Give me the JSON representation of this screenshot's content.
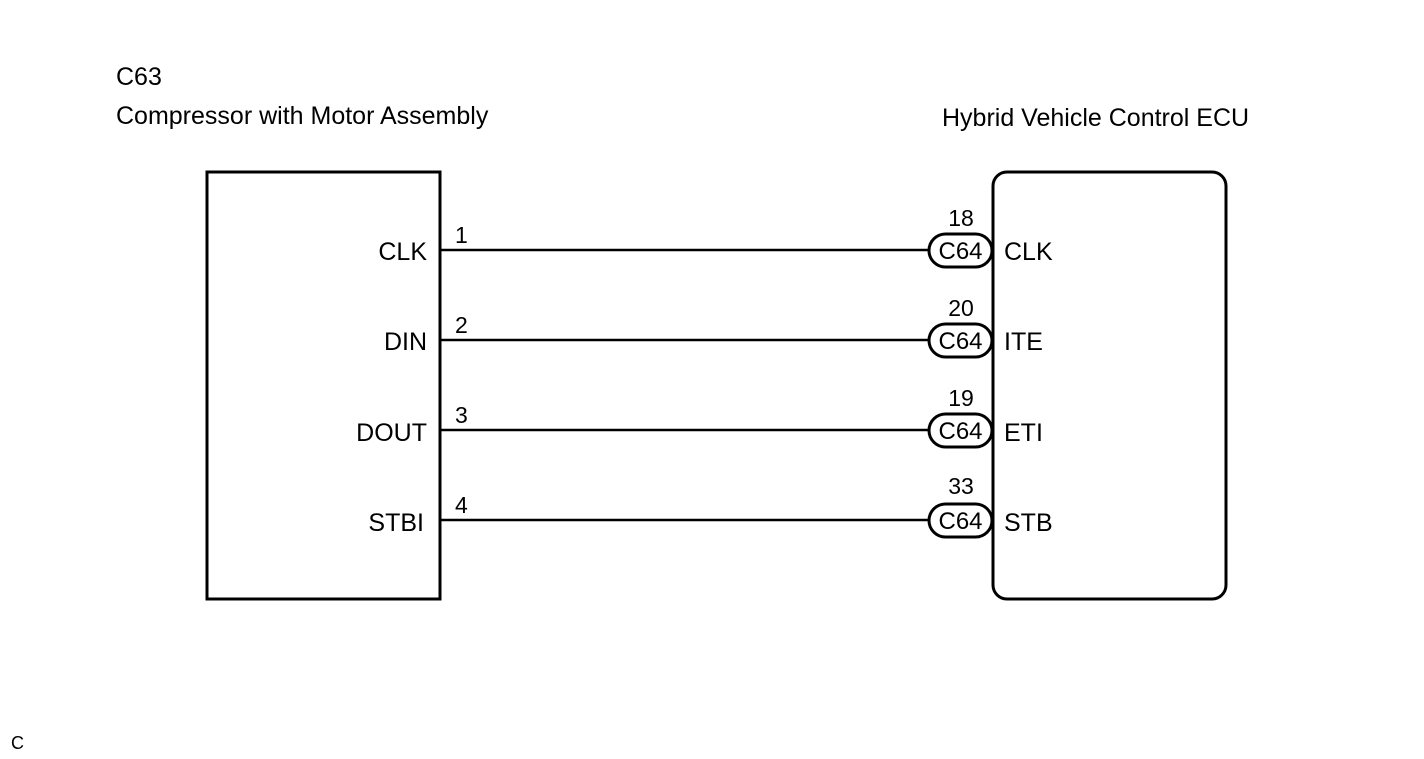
{
  "left_component": {
    "code": "C63",
    "name": "Compressor with Motor Assembly"
  },
  "right_component": {
    "name": "Hybrid Vehicle Control ECU"
  },
  "wires": [
    {
      "left_pin_label": "CLK",
      "left_pin_number": "1",
      "connector": "C64",
      "right_pin_number": "18",
      "right_pin_label": "CLK"
    },
    {
      "left_pin_label": "DIN",
      "left_pin_number": "2",
      "connector": "C64",
      "right_pin_number": "20",
      "right_pin_label": "ITE"
    },
    {
      "left_pin_label": "DOUT",
      "left_pin_number": "3",
      "connector": "C64",
      "right_pin_number": "19",
      "right_pin_label": "ETI"
    },
    {
      "left_pin_label": "STBI",
      "left_pin_number": "4",
      "connector": "C64",
      "right_pin_number": "33",
      "right_pin_label": "STB"
    }
  ],
  "footer_code": "C"
}
